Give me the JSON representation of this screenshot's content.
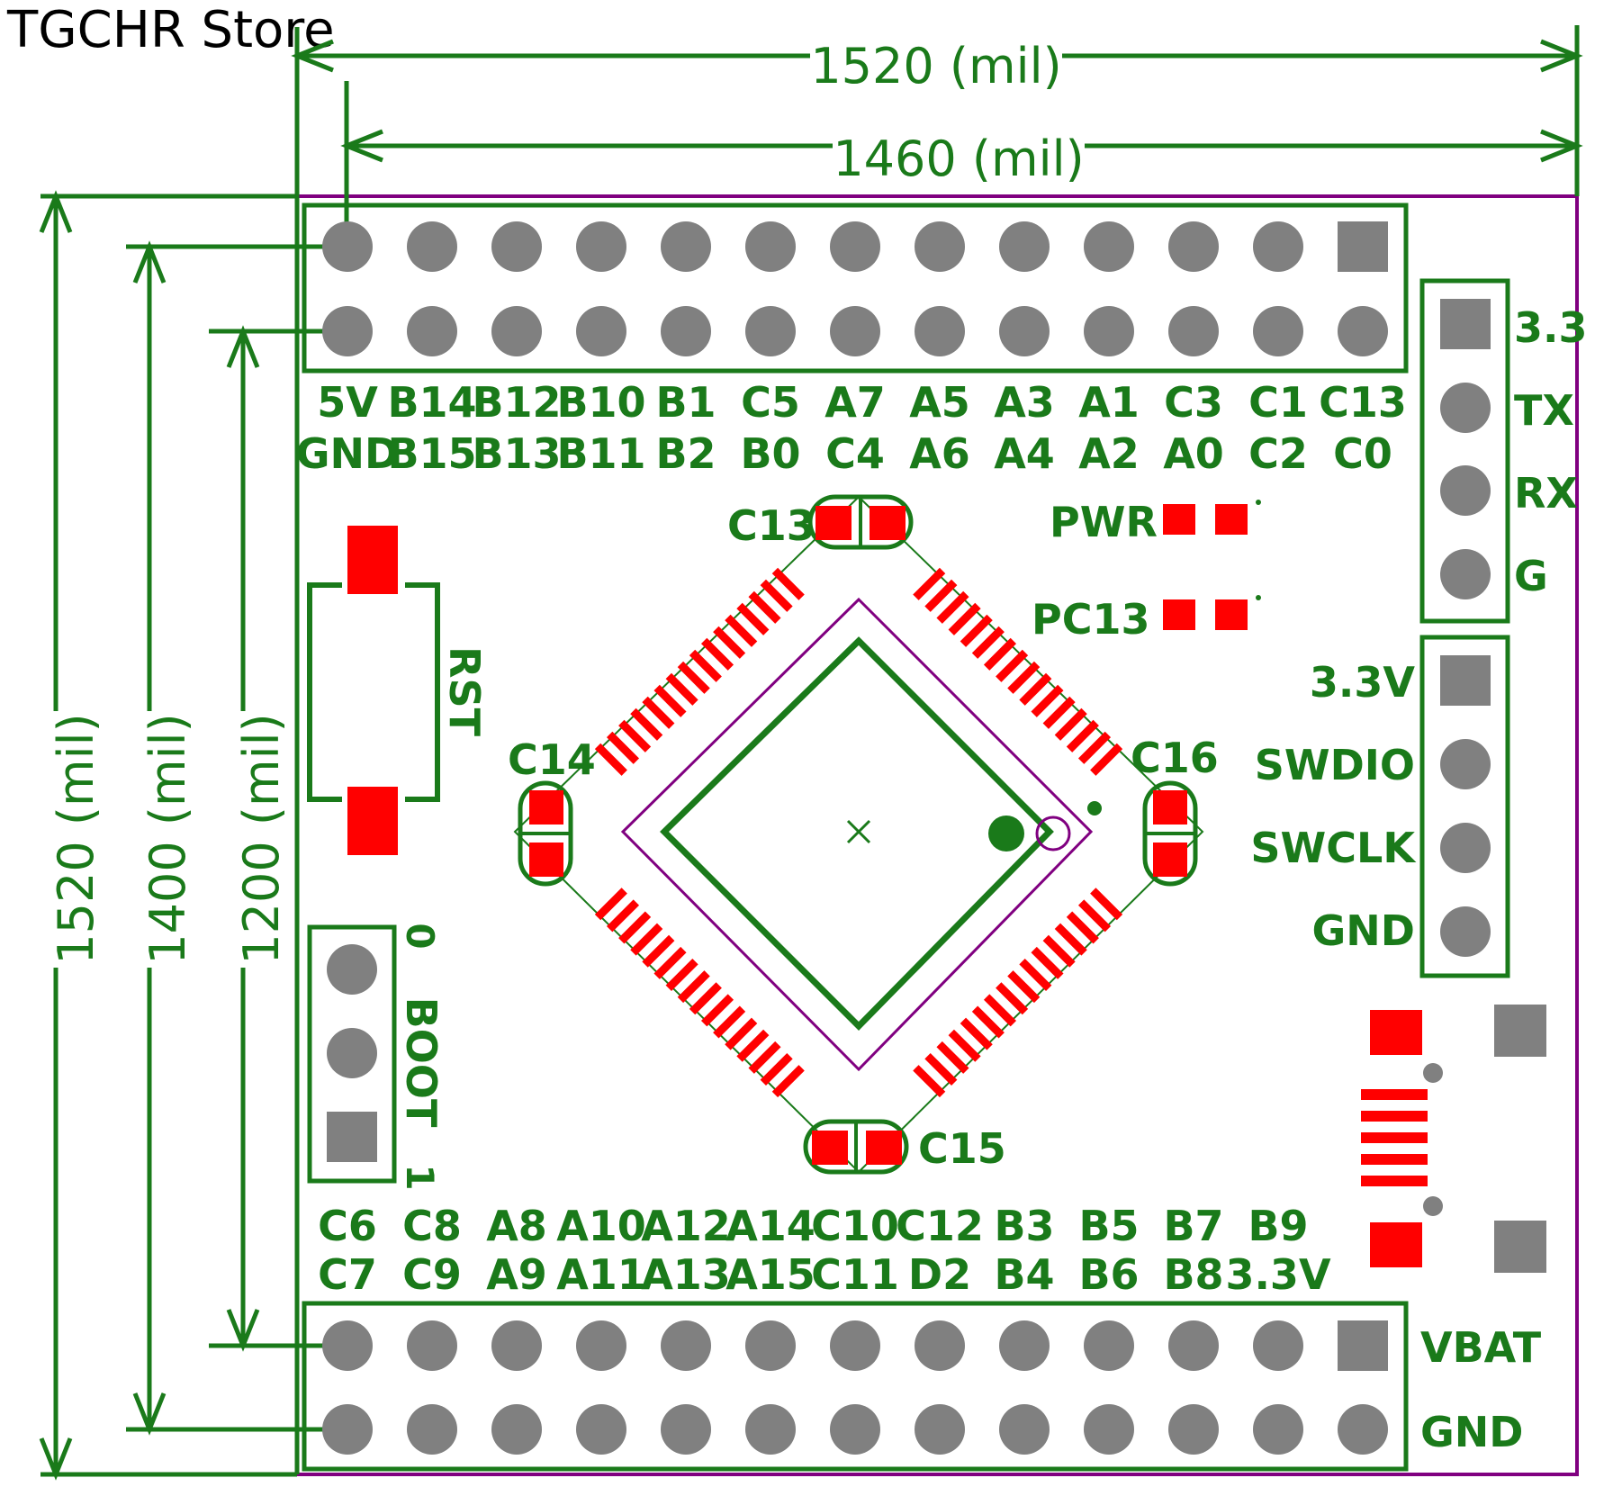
{
  "watermark": "TGCHR Store",
  "dimensions": {
    "width_outer": "1520 (mil)",
    "width_inner": "1460 (mil)",
    "height_outer": "1520 (mil)",
    "height_mid": "1400 (mil)",
    "height_inner": "1200 (mil)"
  },
  "top_header": {
    "row1_labels": [
      "5V",
      "B14",
      "B12",
      "B10",
      "B1",
      "C5",
      "A7",
      "A5",
      "A3",
      "A1",
      "C3",
      "C1",
      "C13"
    ],
    "row2_labels": [
      "GND",
      "B15",
      "B13",
      "B11",
      "B2",
      "B0",
      "C4",
      "A6",
      "A4",
      "A2",
      "A0",
      "C2",
      "C0"
    ]
  },
  "bottom_header": {
    "row1_labels": [
      "C6",
      "C8",
      "A8",
      "A10",
      "A12",
      "A14",
      "C10",
      "C12",
      "B3",
      "B5",
      "B7",
      "B9"
    ],
    "row2_labels": [
      "C7",
      "C9",
      "A9",
      "A11",
      "A13",
      "A15",
      "C11",
      "D2",
      "B4",
      "B6",
      "B8",
      "3.3V"
    ],
    "side_labels": [
      "VBAT",
      "GND"
    ]
  },
  "uart_header": {
    "labels": [
      "3.3",
      "TX",
      "RX",
      "G"
    ]
  },
  "swd_header": {
    "labels": [
      "3.3V",
      "SWDIO",
      "SWCLK",
      "GND"
    ]
  },
  "components": {
    "cap_top": "C13",
    "cap_left": "C14",
    "cap_right": "C16",
    "cap_bottom": "C15",
    "led_power": "PWR",
    "led_pc13": "PC13",
    "reset": "RST",
    "boot": "BOOT",
    "boot_0": "0",
    "boot_1": "1"
  },
  "colors": {
    "silkscreen": "#1a7a1a",
    "pad": "#ff0000",
    "hole": "#808080",
    "outline": "#800080"
  }
}
